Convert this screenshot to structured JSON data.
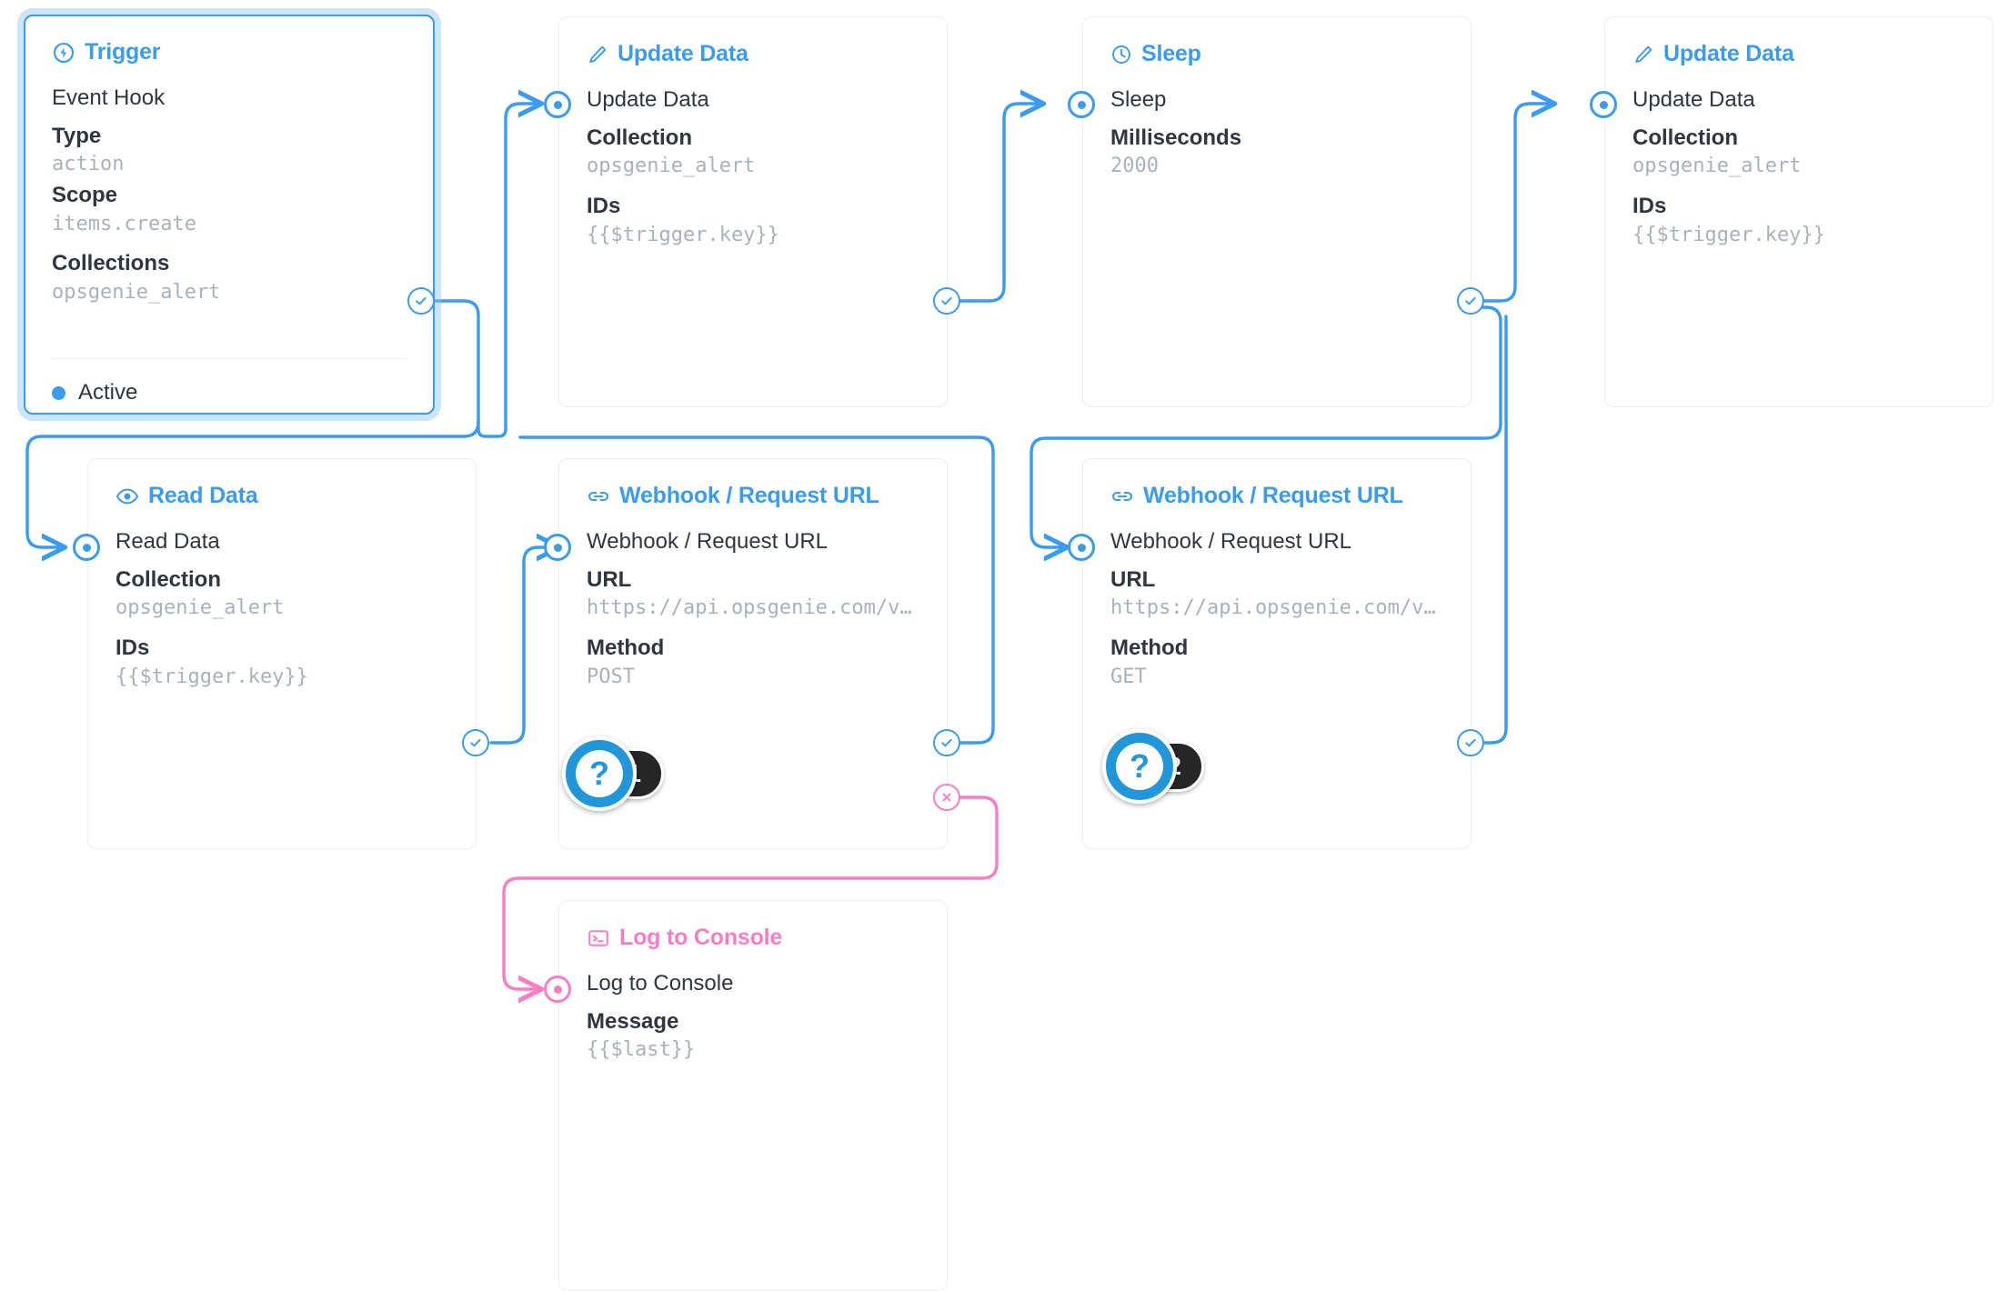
{
  "theme": {
    "accent_blue": "#3b9bf0",
    "reject_pink": "#f87ec4",
    "text_dark": "#2f3640",
    "value_gray": "#a9b1bd",
    "card_border": "#eceef1",
    "badge_dark": "#262626",
    "badge_blue": "#2196d8"
  },
  "nodes": {
    "trigger": {
      "header": "Trigger",
      "icon": "bolt-circle-icon",
      "op_name": "Event Hook",
      "fields": [
        {
          "label": "Type",
          "value": "action"
        },
        {
          "label": "Scope",
          "value": "items.create"
        },
        {
          "label": "Collections",
          "value": "opsgenie_alert"
        }
      ],
      "status": "Active"
    },
    "update_data_1": {
      "header": "Update Data",
      "icon": "pencil-icon",
      "op_name": "Update Data",
      "fields": [
        {
          "label": "Collection",
          "value": "opsgenie_alert"
        },
        {
          "label": "IDs",
          "value": "{{$trigger.key}}"
        }
      ]
    },
    "sleep": {
      "header": "Sleep",
      "icon": "clock-icon",
      "op_name": "Sleep",
      "fields": [
        {
          "label": "Milliseconds",
          "value": "2000"
        }
      ]
    },
    "update_data_2": {
      "header": "Update Data",
      "icon": "pencil-icon",
      "op_name": "Update Data",
      "fields": [
        {
          "label": "Collection",
          "value": "opsgenie_alert"
        },
        {
          "label": "IDs",
          "value": "{{$trigger.key}}"
        }
      ]
    },
    "read_data": {
      "header": "Read Data",
      "icon": "eye-icon",
      "op_name": "Read Data",
      "fields": [
        {
          "label": "Collection",
          "value": "opsgenie_alert"
        },
        {
          "label": "IDs",
          "value": "{{$trigger.key}}"
        }
      ]
    },
    "webhook_post": {
      "header": "Webhook / Request URL",
      "icon": "link-icon",
      "op_name": "Webhook / Request URL",
      "fields": [
        {
          "label": "URL",
          "value": "https://api.opsgenie.com/v…"
        },
        {
          "label": "Method",
          "value": "POST"
        }
      ]
    },
    "webhook_get": {
      "header": "Webhook / Request URL",
      "icon": "link-icon",
      "op_name": "Webhook / Request URL",
      "fields": [
        {
          "label": "URL",
          "value": "https://api.opsgenie.com/v…"
        },
        {
          "label": "Method",
          "value": "GET"
        }
      ]
    },
    "log_to_console": {
      "header": "Log to Console",
      "icon": "terminal-icon",
      "op_name": "Log to Console",
      "fields": [
        {
          "label": "Message",
          "value": "{{$last}}"
        }
      ]
    }
  },
  "markers": [
    {
      "symbol": "?",
      "number": "1"
    },
    {
      "symbol": "?",
      "number": "2"
    }
  ]
}
